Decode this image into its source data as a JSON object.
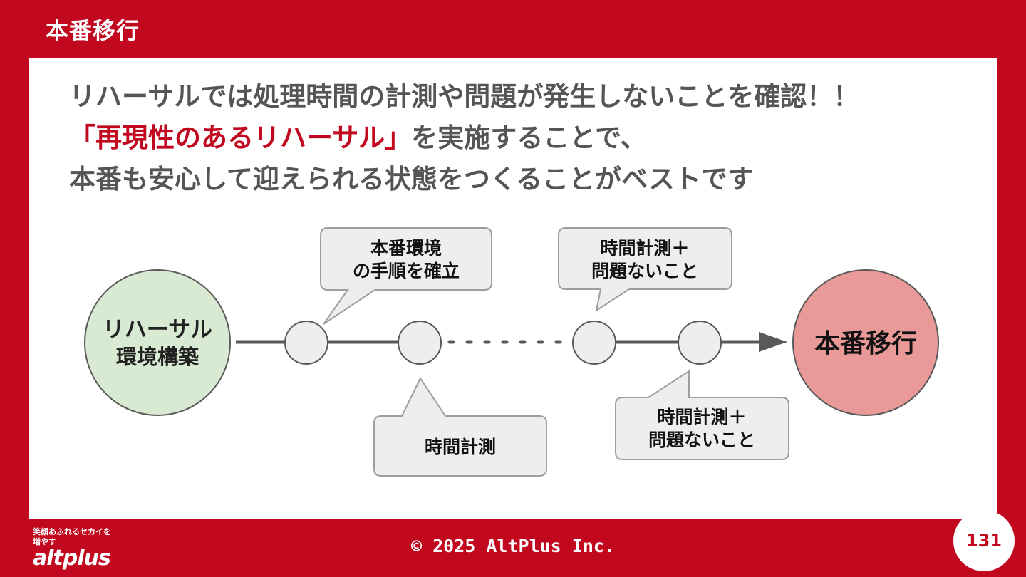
{
  "slide": {
    "title": "本番移行",
    "lead": {
      "line1": "リハーサルでは処理時間の計測や問題が発生しないことを確認！！",
      "line2_highlight": "「再現性のあるリハーサル」",
      "line2_rest": "を実施することで、",
      "line3": "本番も安心して迎えられる状態をつくることがベストです"
    }
  },
  "diagram": {
    "start_node": {
      "line1": "リハーサル",
      "line2": "環境構築",
      "color": "#d9ead3"
    },
    "end_node": {
      "label": "本番移行",
      "color": "#ea9999"
    },
    "bubbles": [
      {
        "line1": "本番環境",
        "line2": "の手順を確立"
      },
      {
        "line1": "時間計測",
        "line2": ""
      },
      {
        "line1": "時間計測＋",
        "line2": "問題ないこと"
      },
      {
        "line1": "時間計測＋",
        "line2": "問題ないこと"
      }
    ]
  },
  "footer": {
    "copyright": "© 2025 AltPlus Inc.",
    "logo_tagline": "笑顔あふれるセカイを増やす",
    "logo_text": "altplus",
    "page_number": "131"
  },
  "colors": {
    "brand_red": "#c1081e",
    "text_gray": "#555555",
    "bubble_fill": "#eeeeee"
  }
}
